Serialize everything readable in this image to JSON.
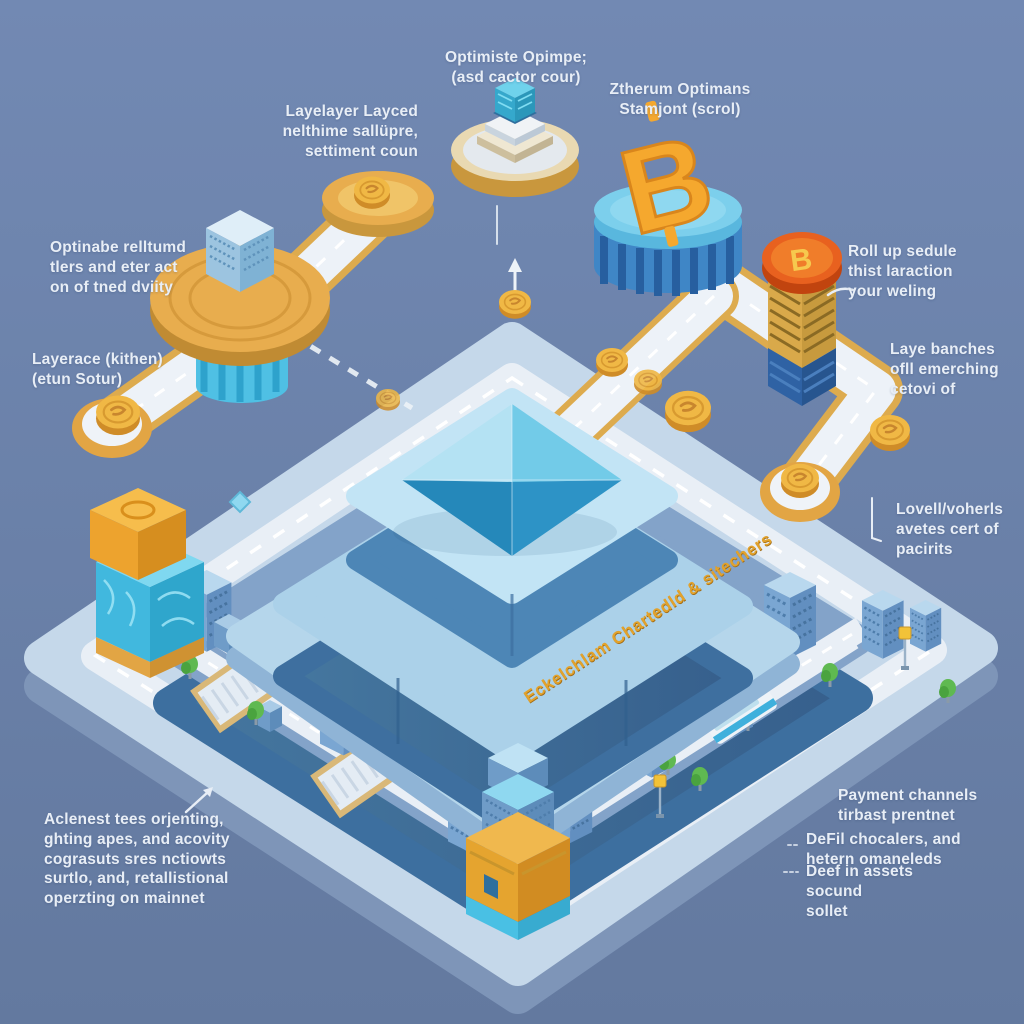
{
  "scene": {
    "title": "Ethereum layer-2 isometric ecosystem illustration",
    "colors": {
      "background": "#6a81ad",
      "gold": "#e2a544",
      "platform_light": "#c5d8ea",
      "platform_mid": "#83a3c9",
      "wall_blue": "#3e6f9f",
      "eth_diamond_blue": "#2d93c6",
      "road_white": "#edf2f8",
      "label_text": "#e8eef6",
      "gold_text": "#e2a22c",
      "bitcoin_orange": "#f5a82e",
      "token_orange": "#e8611f",
      "cyan_pillar": "#41b8de"
    },
    "icons": {
      "bitcoin_b": "B",
      "ethereum_diamond": "ethereum-diamond",
      "gold_coin": "gold-coin",
      "up_arrow": "up-arrow"
    }
  },
  "labels": {
    "top_center": "Optimiste Opimpe;\n(asd cactor cour)",
    "top_right": "Ztherum Optimans\nStamjont (scrol)",
    "upper_left": "Layelayer Layced\nnelthime sallüpre,\nsettiment coun",
    "left_upper": "Optinabe relltumd\ntlers and eter act\non of tned dviity",
    "left_lower": "Layerace (kithen)\n(etun Sotur)",
    "right_upper": "Roll up sedule\nthist laraction\nyour weling",
    "right_mid": "Laye banches\nofll emerching\ncetovi of",
    "right_lower": "Lovell/voherls\navetes cert of\npacirits",
    "bottom_left": "Aclenest tees orjenting,\nghting apes, and acovity\ncograsuts sres nctiowts\nsurtlo, and, retallistional\noperzting on mainnet",
    "bottom_right_1": "Payment channels\ntirbast prentnet",
    "bottom_right_2": "DeFil chocalers, and\nhetern omaneleds",
    "bottom_right_3": "Deef in assets\nsocund\nsollet",
    "platform_edge": "Eckelchlam Chartedld & sitechers"
  }
}
